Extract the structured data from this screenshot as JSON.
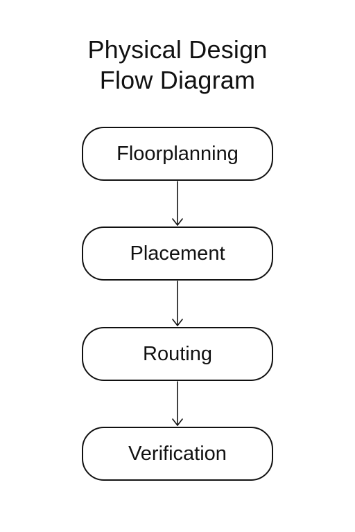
{
  "title": {
    "line1": "Physical Design",
    "line2": "Flow Diagram"
  },
  "steps": [
    {
      "label": "Floorplanning"
    },
    {
      "label": "Placement"
    },
    {
      "label": "Routing"
    },
    {
      "label": "Verification"
    }
  ],
  "colors": {
    "stroke": "#111111",
    "background": "#ffffff",
    "text": "#111111"
  }
}
